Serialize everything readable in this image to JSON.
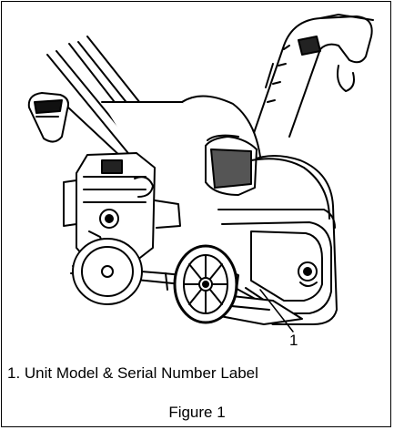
{
  "figure": {
    "callout": "1",
    "caption": "1. Unit Model & Serial Number Label",
    "label": "Figure 1"
  }
}
